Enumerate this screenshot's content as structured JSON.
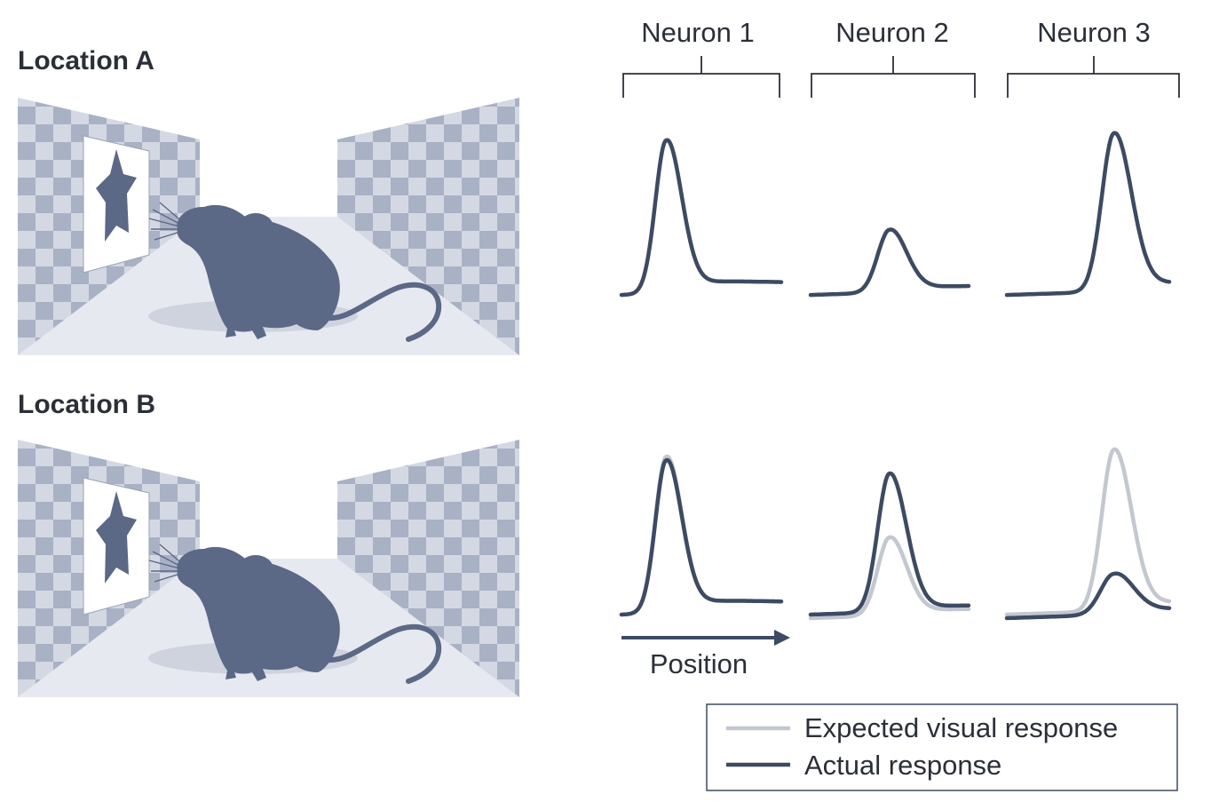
{
  "scene": {
    "location_a_label": "Location A",
    "location_b_label": "Location B"
  },
  "neurons": [
    {
      "label": "Neuron 1"
    },
    {
      "label": "Neuron 2"
    },
    {
      "label": "Neuron 3"
    }
  ],
  "axis": {
    "position_label": "Position"
  },
  "legend": {
    "expected_label": "Expected visual response",
    "actual_label": "Actual response"
  },
  "colors": {
    "actual": "#3d4a63",
    "expected": "#c3c7d0",
    "mouse": "#5b6886",
    "checker_dark": "#a9b1c5",
    "checker_light": "#d4d8e3",
    "floor": "#e7e9f0",
    "text": "#2b2f38"
  },
  "icons": {
    "subject": "mouse-silhouette",
    "cue": "star-icon"
  },
  "chart_data": [
    {
      "type": "line",
      "title": "Location A",
      "xlabel": "",
      "ylabel": "",
      "panels": [
        {
          "neuron": "Neuron 1",
          "series": [
            {
              "role": "actual",
              "peak_x": 0.28,
              "width": 0.09,
              "amp": 0.88,
              "base": 0.03,
              "tail": 0.1
            }
          ]
        },
        {
          "neuron": "Neuron 2",
          "series": [
            {
              "role": "actual",
              "peak_x": 0.5,
              "width": 0.1,
              "amp": 0.36,
              "base": 0.03,
              "tail": 0.04
            }
          ]
        },
        {
          "neuron": "Neuron 3",
          "series": [
            {
              "role": "actual",
              "peak_x": 0.66,
              "width": 0.1,
              "amp": 0.91,
              "base": 0.03,
              "tail": 0.07
            }
          ]
        }
      ]
    },
    {
      "type": "line",
      "title": "Location B",
      "xlabel": "Position",
      "ylabel": "",
      "panels": [
        {
          "neuron": "Neuron 1",
          "series": [
            {
              "role": "expected",
              "peak_x": 0.28,
              "width": 0.09,
              "amp": 0.88,
              "base": 0.03,
              "tail": 0.1
            },
            {
              "role": "actual",
              "peak_x": 0.28,
              "width": 0.09,
              "amp": 0.86,
              "base": 0.03,
              "tail": 0.1
            }
          ]
        },
        {
          "neuron": "Neuron 2",
          "series": [
            {
              "role": "expected",
              "peak_x": 0.5,
              "width": 0.1,
              "amp": 0.44,
              "base": 0.01,
              "tail": 0.04
            },
            {
              "role": "actual",
              "peak_x": 0.5,
              "width": 0.1,
              "amp": 0.78,
              "base": 0.03,
              "tail": 0.04
            }
          ]
        },
        {
          "neuron": "Neuron 3",
          "series": [
            {
              "role": "expected",
              "peak_x": 0.66,
              "width": 0.1,
              "amp": 0.91,
              "base": 0.03,
              "tail": 0.07
            },
            {
              "role": "actual",
              "peak_x": 0.66,
              "width": 0.11,
              "amp": 0.23,
              "base": 0.01,
              "tail": 0.04
            }
          ]
        }
      ]
    }
  ]
}
